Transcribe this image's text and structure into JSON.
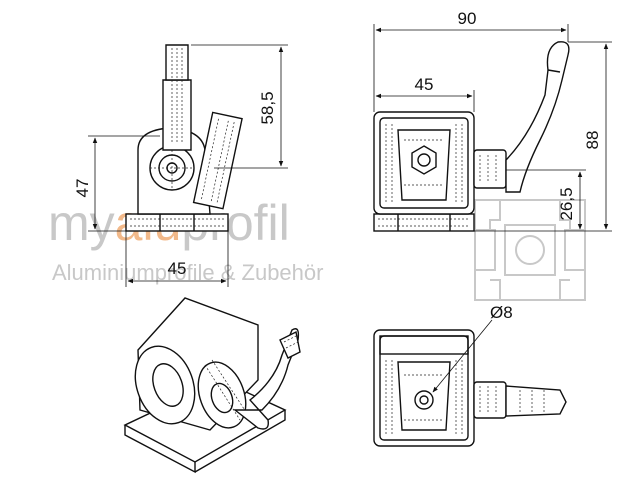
{
  "watermark": {
    "brand_prefix": "my",
    "brand_accent": "alu",
    "brand_suffix": "profil",
    "tagline": "Aluminiumprofile & Zubehör",
    "color": "#c8c8c8",
    "accent_color": "#f2b98a"
  },
  "dimensions": {
    "side_height": "47",
    "side_width": "45",
    "lever_height": "58,5",
    "front_width_total": "90",
    "front_width_body": "45",
    "front_height_total": "88",
    "front_height_axis": "26,5",
    "hole_diameter": "Ø8"
  },
  "icons": {
    "profile": "aluminium-profile-cross-section-icon"
  }
}
